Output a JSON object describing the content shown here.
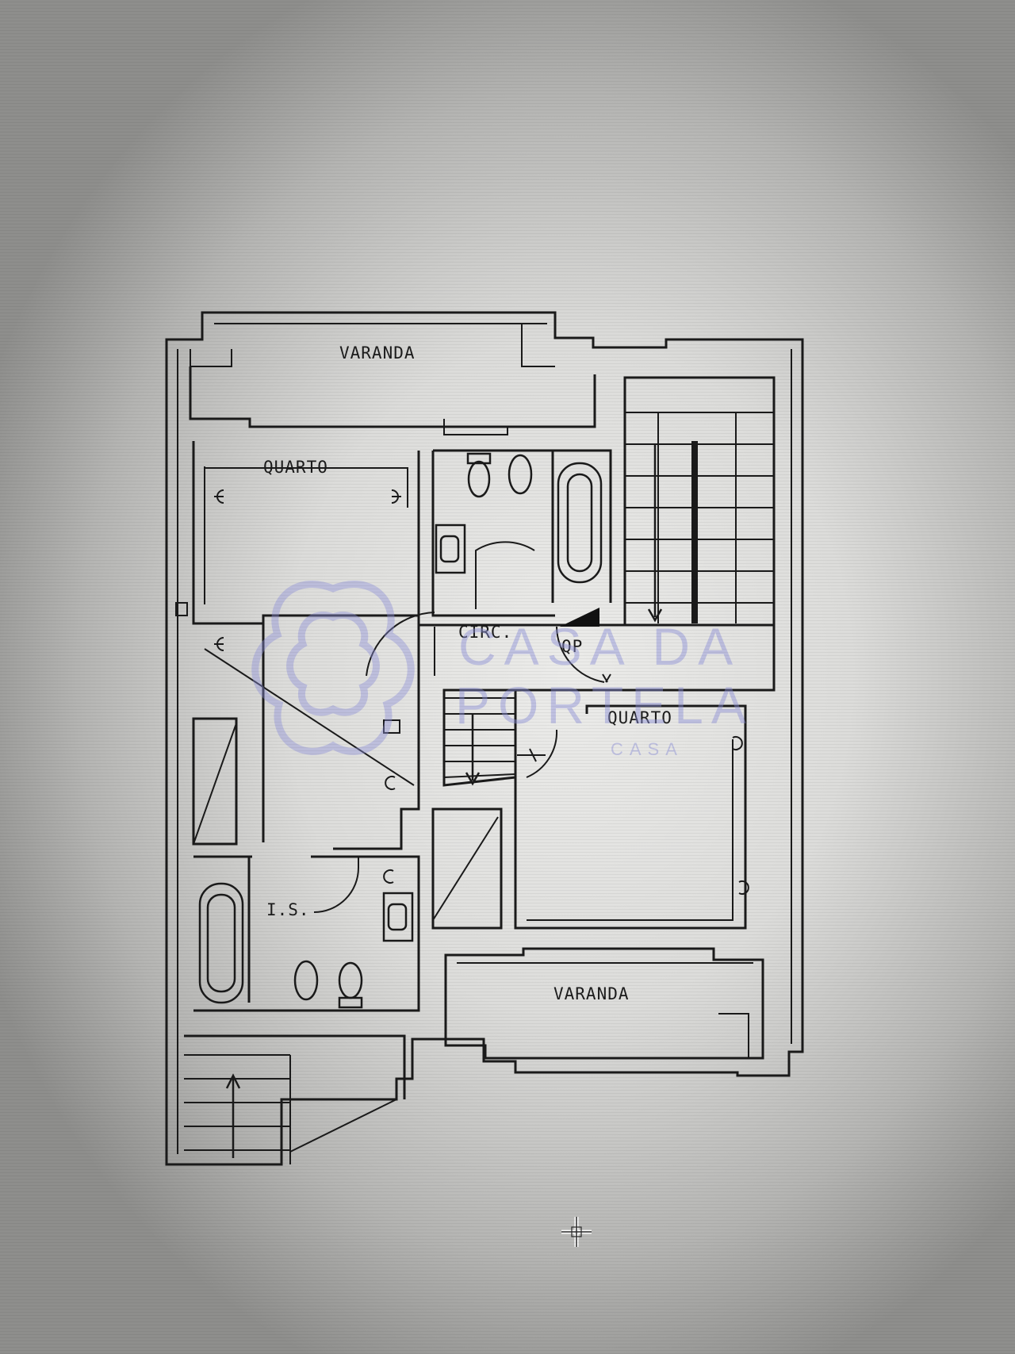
{
  "labels": {
    "varanda_top": "VARANDA",
    "quarto_left": "QUARTO",
    "circ": "CIRC.",
    "qp": "QP",
    "quarto_right": "QUARTO",
    "is": "I.S.",
    "varanda_bottom": "VARANDA"
  },
  "watermark": {
    "line1": "CASA DA",
    "line2": "PORTELA",
    "line3": "CASA"
  },
  "colors": {
    "ink": "#1a1a1a",
    "watermark": "#8c8fd8"
  },
  "icons": {
    "cursor": "crosshair-cursor-icon"
  }
}
